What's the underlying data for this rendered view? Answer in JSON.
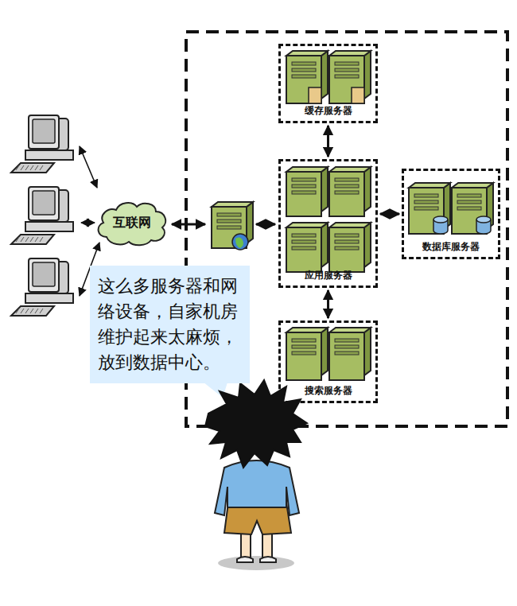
{
  "diagram": {
    "nodes": [
      {
        "text": [
          "互联网"
        ]
      },
      {
        "text": [
          "缓存服务器"
        ]
      },
      {
        "text": [
          "应用服务器"
        ]
      },
      {
        "text": [
          "数据库服务器"
        ]
      },
      {
        "text": [
          "搜索服务器"
        ]
      },
      {
        "text": [
          "这么多服务器和网络设备，自家机房维护起来太麻烦，放到数据中心。"
        ]
      }
    ],
    "edges": [
      {
        "from": 1,
        "to": 2,
        "arrow": "both"
      },
      {
        "from": 2,
        "to": 3,
        "arrow": "both"
      },
      {
        "from": 2,
        "to": 4,
        "arrow": "both"
      }
    ]
  }
}
